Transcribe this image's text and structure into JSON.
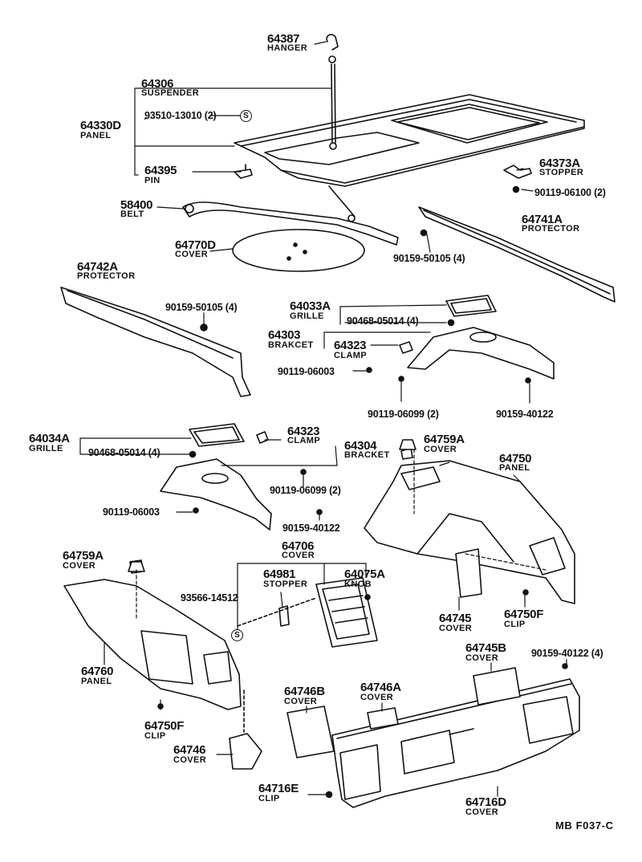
{
  "diagram_code": "MB  F037-C",
  "parts": {
    "hanger": {
      "number": "64387",
      "name": "HANGER"
    },
    "suspender": {
      "number": "64306",
      "name": "SUSPENDER"
    },
    "panel_top": {
      "number": "64330D",
      "name": "PANEL"
    },
    "screw_93510": {
      "number": "93510-13010 (2)",
      "symbol": "S"
    },
    "pin": {
      "number": "64395",
      "name": "PIN"
    },
    "stopper_top": {
      "number": "64373A",
      "name": "STOPPER"
    },
    "bolt_90119_06100": {
      "number": "90119-06100 (2)"
    },
    "belt": {
      "number": "58400",
      "name": "BELT"
    },
    "protector_right": {
      "number": "64741A",
      "name": "PROTECTOR"
    },
    "cover_disc": {
      "number": "64770D",
      "name": "COVER"
    },
    "screw_90159_50105_r": {
      "number": "90159-50105 (4)"
    },
    "protector_left": {
      "number": "64742A",
      "name": "PROTECTOR"
    },
    "screw_90159_50105_l": {
      "number": "90159-50105 (4)"
    },
    "grille_right": {
      "number": "64033A",
      "name": "GRILLE"
    },
    "screw_90468_r": {
      "number": "90468-05014 (4)"
    },
    "bracket_right": {
      "number": "64303",
      "name": "BRAKCET"
    },
    "clamp_right": {
      "number": "64323",
      "name": "CLAMP"
    },
    "bolt_90119_06003_r": {
      "number": "90119-06003"
    },
    "bolt_90119_06099_r": {
      "number": "90119-06099 (2)"
    },
    "clip_90159_40122_r": {
      "number": "90159-40122"
    },
    "grille_left": {
      "number": "64034A",
      "name": "GRILLE"
    },
    "screw_90468_l": {
      "number": "90468-05014 (4)"
    },
    "clamp_left": {
      "number": "64323",
      "name": "CLAMP"
    },
    "bracket_left": {
      "number": "64304",
      "name": "BRACKET"
    },
    "bolt_90119_06099_l": {
      "number": "90119-06099 (2)"
    },
    "bolt_90119_06003_l": {
      "number": "90119-06003"
    },
    "clip_90159_40122_l": {
      "number": "90159-40122"
    },
    "cover_cap_right": {
      "number": "64759A",
      "name": "COVER"
    },
    "panel_right": {
      "number": "64750",
      "name": "PANEL"
    },
    "cover_cap_left": {
      "number": "64759A",
      "name": "COVER"
    },
    "cover_lid": {
      "number": "64706",
      "name": "COVER"
    },
    "stopper_lid": {
      "number": "64981",
      "name": "STOPPER"
    },
    "knob": {
      "number": "64075A",
      "name": "KNOB"
    },
    "screw_93566": {
      "number": "93566-14512",
      "symbol": "S"
    },
    "cover_64745": {
      "number": "64745",
      "name": "COVER"
    },
    "clip_right": {
      "number": "64750F",
      "name": "CLIP"
    },
    "panel_left": {
      "number": "64760",
      "name": "PANEL"
    },
    "clip_left": {
      "number": "64750F",
      "name": "CLIP"
    },
    "cover_64746": {
      "number": "64746",
      "name": "COVER"
    },
    "cover_64745B": {
      "number": "64745B",
      "name": "COVER"
    },
    "clip_90159_40122_4": {
      "number": "90159-40122 (4)"
    },
    "cover_64746B": {
      "number": "64746B",
      "name": "COVER"
    },
    "cover_64746A": {
      "number": "64746A",
      "name": "COVER"
    },
    "clip_64716E": {
      "number": "64716E",
      "name": "CLIP"
    },
    "cover_64716D": {
      "number": "64716D",
      "name": "COVER"
    }
  }
}
